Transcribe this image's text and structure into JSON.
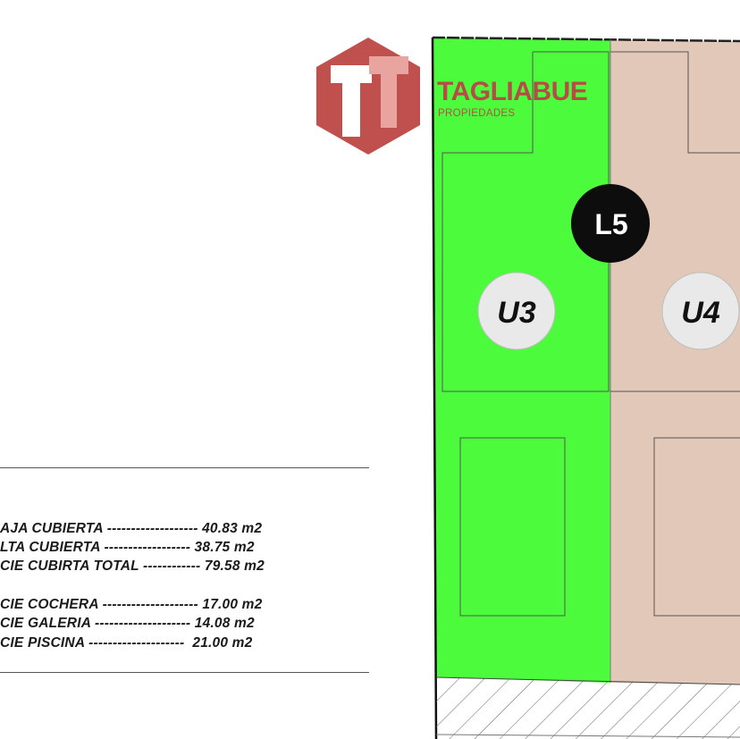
{
  "logo": {
    "monogram": "TT",
    "brand_name": "TAGLIABUE",
    "brand_subtitle": "PROPIEDADES",
    "color": "#c0504d",
    "icon": "hexagon-tt-logo"
  },
  "plan": {
    "lot_label": "L5",
    "units": [
      {
        "label": "U3",
        "color": "#4cfc3c"
      },
      {
        "label": "U4",
        "color": "#e2c8b8"
      }
    ]
  },
  "specs": {
    "group1": [
      "AJA CUBIERTA ------------------- 40.83 m2",
      "LTA CUBIERTA ------------------ 38.75 m2",
      "CIE CUBIRTA TOTAL ------------ 79.58 m2"
    ],
    "group2": [
      "CIE COCHERA -------------------- 17.00 m2",
      "CIE GALERIA -------------------- 14.08 m2",
      "CIE PISCINA --------------------  21.00 m2"
    ]
  }
}
